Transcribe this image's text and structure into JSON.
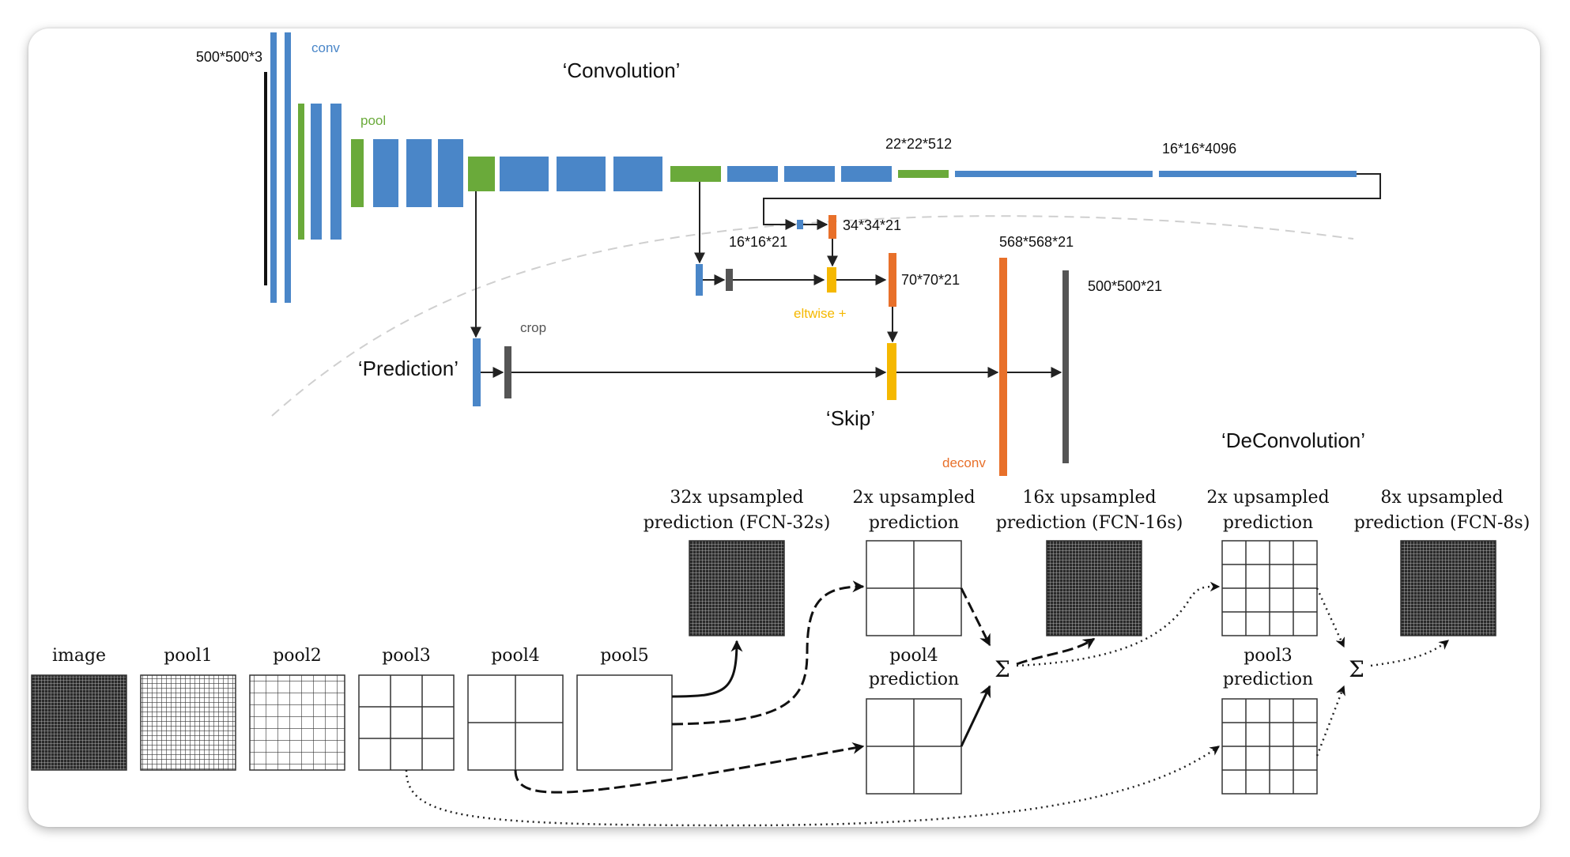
{
  "top_section": {
    "title": "‘Convolution’",
    "input_dims": "500*500*3",
    "conv_label": "conv",
    "pool_label": "pool",
    "dims_22": "22*22*512",
    "dims_16_4096": "16*16*4096",
    "dims_16_21": "16*16*21",
    "dims_34": "34*34*21",
    "dims_70": "70*70*21",
    "dims_568": "568*568*21",
    "dims_500_21": "500*500*21",
    "eltwise_label": "eltwise +",
    "crop_label": "crop",
    "prediction_label": "‘Prediction’",
    "skip_label": "‘Skip’",
    "deconv_label": "deconv",
    "deconvolution_label": "‘DeConvolution’",
    "colors": {
      "conv": "#4a86c8",
      "pool": "#6aaa3a",
      "deconv": "#e8702a",
      "eltwise": "#f5b800",
      "crop": "#555555"
    }
  },
  "bottom_section": {
    "stages": [
      "image",
      "pool1",
      "pool2",
      "pool3",
      "pool4",
      "pool5"
    ],
    "out32_line1": "32x upsampled",
    "out32_line2": "prediction (FCN-32s)",
    "up2a_line1": "2x upsampled",
    "up2a_line2": "prediction",
    "out16_line1": "16x upsampled",
    "out16_line2": "prediction (FCN-16s)",
    "up2b_line1": "2x upsampled",
    "up2b_line2": "prediction",
    "out8_line1": "8x upsampled",
    "out8_line2": "prediction (FCN-8s)",
    "pool4pred_line1": "pool4",
    "pool4pred_line2": "prediction",
    "pool3pred_line1": "pool3",
    "pool3pred_line2": "prediction",
    "sum_symbol": "Σ"
  }
}
